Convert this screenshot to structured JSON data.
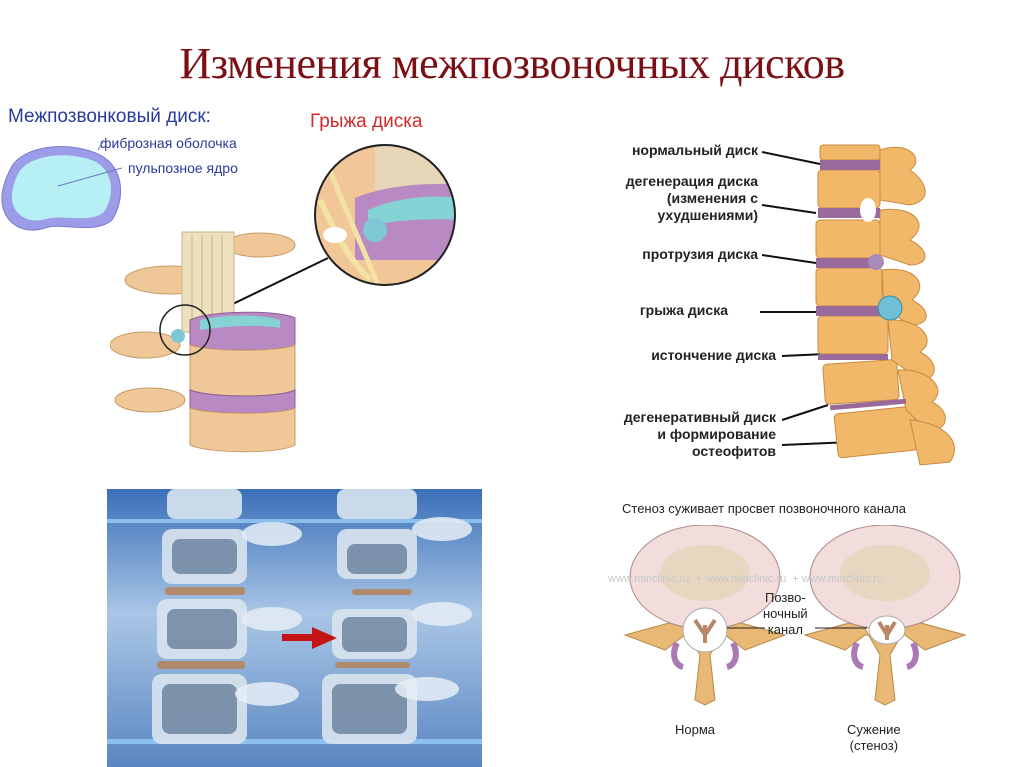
{
  "slide": {
    "title": "Изменения межпозвоночных дисков",
    "colors": {
      "title": "#7a0f14",
      "disc_labels": "#2a3a9c",
      "hernia_label": "#d12a2a",
      "bone": "#e9b063",
      "disc": "#9a6a9c",
      "nucleus": "#7fd8e0"
    }
  },
  "disc_anatomy": {
    "heading": "Межпозвонковый диск:",
    "labels": [
      "фиброзная оболочка",
      "пульпозное ядро"
    ]
  },
  "hernia": {
    "heading": "Грыжа диска"
  },
  "spine_stages": {
    "labels": [
      {
        "lines": [
          "нормальный диск"
        ]
      },
      {
        "lines": [
          "дегенерация диска",
          "(изменения с",
          "ухудшениями)"
        ]
      },
      {
        "lines": [
          "протрузия диска"
        ]
      },
      {
        "lines": [
          "грыжа диска"
        ]
      },
      {
        "lines": [
          "истончение диска"
        ]
      },
      {
        "lines": [
          "дегенеративный диск",
          "и формирование",
          "остеофитов"
        ]
      }
    ]
  },
  "xray": {
    "arrow_color": "#c41414"
  },
  "stenosis": {
    "heading": "Стеноз суживает просвет позвоночного канала",
    "canal_label": [
      "Позво-",
      "ночный",
      "канал"
    ],
    "watermark": "www.minclinic.ru",
    "captions": {
      "normal": "Норма",
      "narrow": [
        "Сужение",
        "(стеноз)"
      ]
    }
  }
}
